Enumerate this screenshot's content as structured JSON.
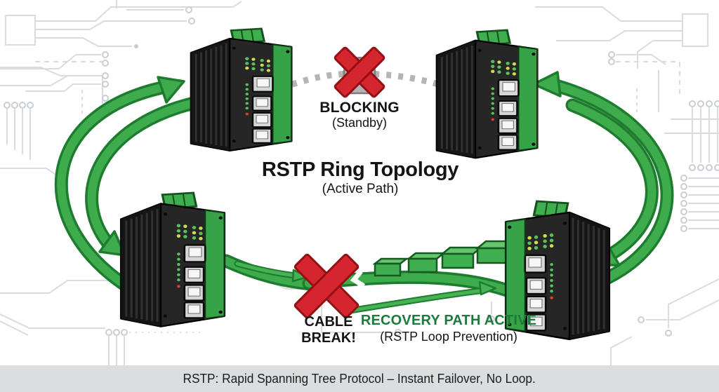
{
  "title": {
    "heading": "RSTP Ring Topology",
    "subheading": "(Active Path)"
  },
  "blocking": {
    "label": "BLOCKING",
    "sublabel": "(Standby)",
    "icon": "padlock-blocked-icon",
    "link_state": "blocked-standby"
  },
  "cable_break": {
    "label_line1": "CABLE",
    "label_line2": "BREAK!",
    "icon": "red-x-icon",
    "link_state": "broken"
  },
  "recovery": {
    "label": "RECOVERY PATH ACTIVE",
    "sublabel": "(RSTP Loop Prevention)",
    "icon": "data-packets-icon",
    "link_state": "active"
  },
  "caption": "RSTP: Rapid Spanning Tree Protocol – Instant Failover, No Loop.",
  "diagram": {
    "type": "ring-topology",
    "node_count": 4,
    "nodes": [
      {
        "id": "switch-top-left"
      },
      {
        "id": "switch-top-right"
      },
      {
        "id": "switch-bottom-left"
      },
      {
        "id": "switch-bottom-right"
      }
    ],
    "packets_visible": 4
  },
  "colors": {
    "ring_green": "#3EAC4D",
    "ring_outline_green": "#1E7C2F",
    "recovery_text_green": "#1B7A3C",
    "alert_red": "#D5252E",
    "blocked_gray": "#B5B5B5",
    "switch_body": "#1D1D1D",
    "switch_stripe_green": "#36A348",
    "caption_bar_gray": "#DBDDDF",
    "circuit_trace_gray": "#D8DCE0"
  }
}
